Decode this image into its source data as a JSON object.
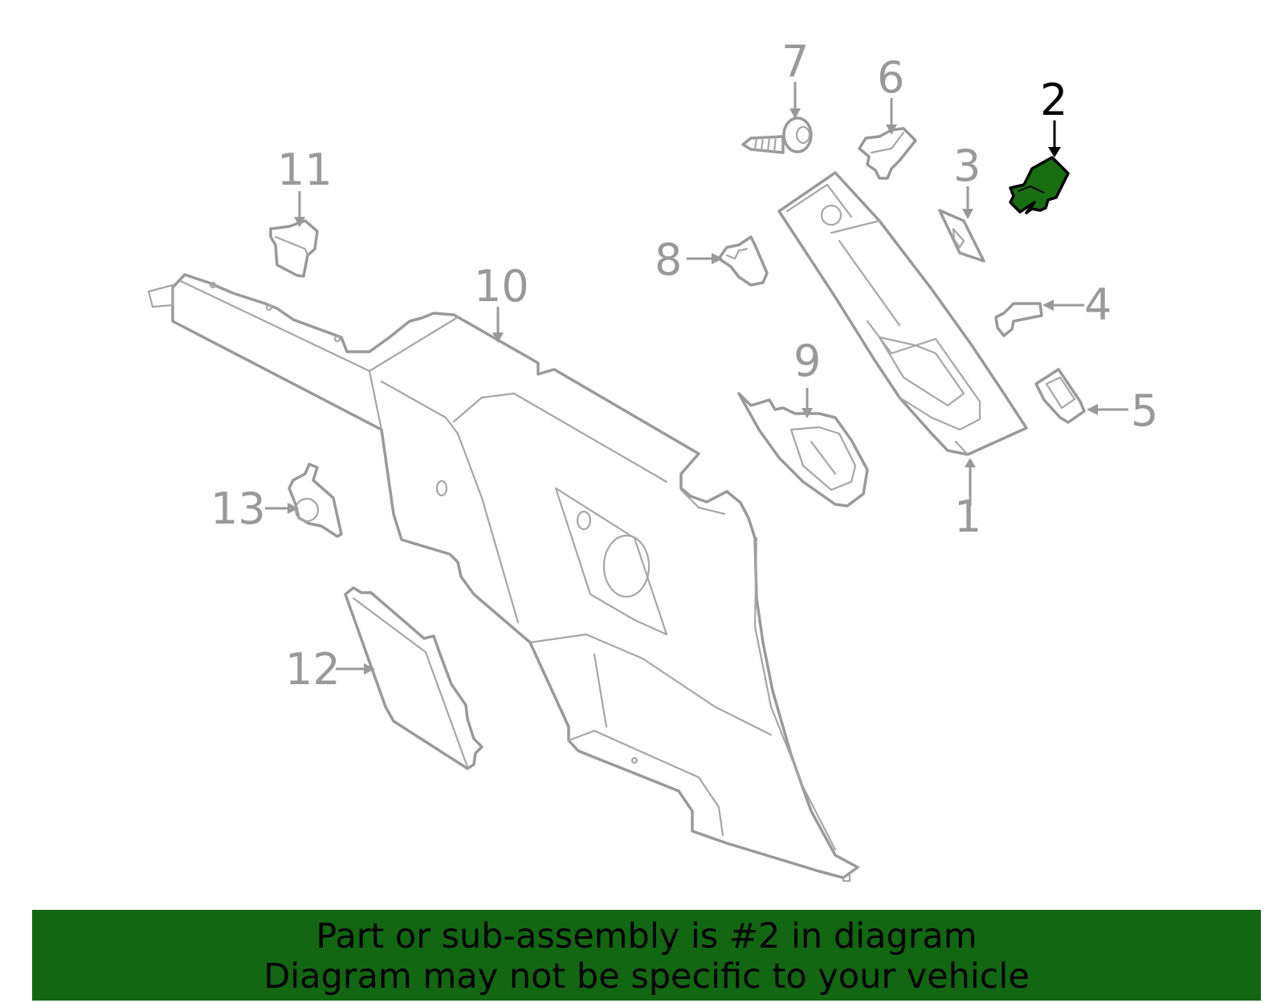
{
  "diagram": {
    "highlighted_part": "2",
    "callouts": [
      "1",
      "2",
      "3",
      "4",
      "5",
      "6",
      "7",
      "8",
      "9",
      "10",
      "11",
      "12",
      "13"
    ],
    "highlight_color": "#1a6e12",
    "line_color": "#999999"
  },
  "banner": {
    "line1": "Part or sub-assembly is #2 in diagram",
    "line2": "Diagram may not be specific to your vehicle",
    "background": "#136612"
  }
}
